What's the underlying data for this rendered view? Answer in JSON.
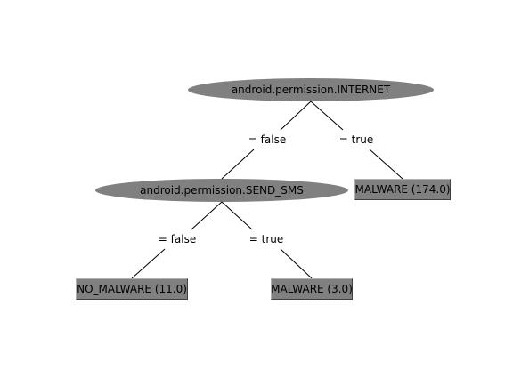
{
  "colors": {
    "node_fill": "#808080",
    "leaf_fill": "#808080",
    "edge_stroke": "#000000",
    "background": "#ffffff"
  },
  "tree": {
    "root": {
      "label": "android.permission.INTERNET"
    },
    "internal": {
      "label": "android.permission.SEND_SMS"
    },
    "edges": {
      "root_false": "= false",
      "root_true": "= true",
      "internal_false": "= false",
      "internal_true": "= true"
    },
    "leaves": {
      "malware_174": "MALWARE (174.0)",
      "no_malware_11": "NO_MALWARE (11.0)",
      "malware_3": "MALWARE (3.0)"
    }
  }
}
